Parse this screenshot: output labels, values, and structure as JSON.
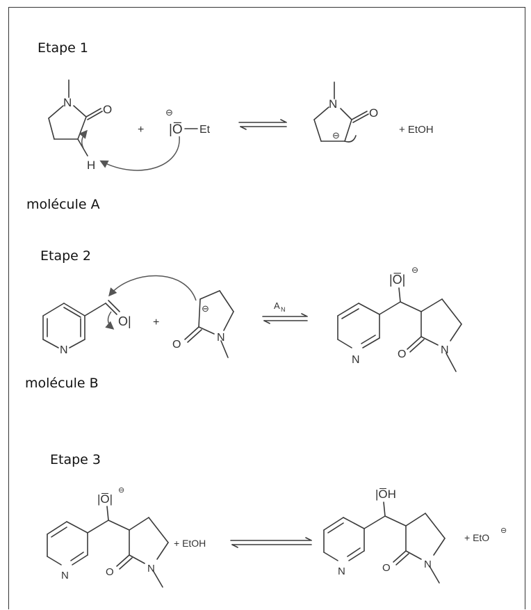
{
  "steps": {
    "step1": "Etape 1",
    "step2": "Etape 2",
    "step3": "Etape 3"
  },
  "molecules": {
    "a": "molécule A",
    "b": "molécule B"
  },
  "atoms": {
    "N": "N",
    "O": "O",
    "H": "H",
    "oxide": "|O̅",
    "oxide2": "|O̅|",
    "oxygen_lone": "O|",
    "hydroxyl": "|O̅H",
    "Et": "Et",
    "EtOH": "EtOH",
    "plus_EtOH": "+ EtOH",
    "plus_EtO": "+ EtO",
    "plus": "+",
    "minus": "⊖"
  },
  "reaction": {
    "an": "A",
    "an_sub": "N"
  }
}
